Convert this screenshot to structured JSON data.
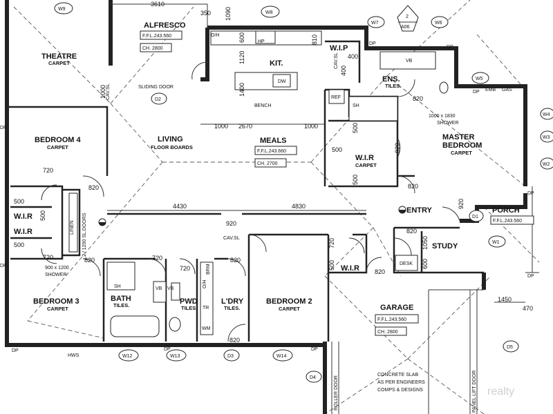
{
  "dimensions": {
    "alfresco_width": "3610",
    "d350": "350",
    "d1090": "1090",
    "d1000_top": "1000",
    "d2670": "2670",
    "d1000_right": "1000",
    "d1000_left_vert": "1000",
    "d1120": "1120",
    "d1400": "1400",
    "d600_top": "600",
    "d810": "810",
    "d400_top": "400",
    "d400_mid": "400",
    "d4430": "4430",
    "d4830": "4830",
    "d720_a": "720",
    "d820_a": "820",
    "d500_a": "500",
    "d500_b": "500",
    "d500_c": "500",
    "d720_b": "720",
    "d720_c": "720",
    "d720_d": "720",
    "d820_b": "820",
    "d820_c": "820",
    "d920_a": "920",
    "d720_e": "720",
    "d820_d": "820",
    "d820_e": "820",
    "d820_f": "820",
    "d820_g": "820",
    "d820_h": "820",
    "d820_i": "820",
    "d920_b": "920",
    "d1050": "1050",
    "d600_study": "600",
    "d500_wir2": "500",
    "d500_wir_m1": "500",
    "d500_wir_m2": "500",
    "d500_wir_m3": "500",
    "d820_wirm": "820",
    "d1450": "1450",
    "d470": "470"
  },
  "rooms": {
    "theatre": {
      "name": "THEATRE",
      "finish": "CARPET"
    },
    "alfresco": {
      "name": "ALFRESCO",
      "ffl": "F.F.L.243.560",
      "ch": "CH. 2800"
    },
    "kitchen": {
      "name": "KIT."
    },
    "living": {
      "name": "LIVING",
      "finish": "FLOOR BOARDS"
    },
    "meals": {
      "name": "MEALS",
      "ffl": "F.F.L.243.660",
      "ch": "CH. 2700"
    },
    "bedroom4": {
      "name": "BEDROOM 4",
      "finish": "CARPET"
    },
    "wir_kit": {
      "name": "W.I.P"
    },
    "ens": {
      "name": "ENS.",
      "finish": "TILES."
    },
    "master": {
      "name": "MASTER",
      "name2": "BEDROOM",
      "finish": "CARPET"
    },
    "wir_master": {
      "name": "W.I.R",
      "finish": "CARPET"
    },
    "wir1": {
      "name": "W.I.R"
    },
    "wir2": {
      "name": "W.I.R"
    },
    "linen": {
      "name": "LINEN"
    },
    "bedroom3": {
      "name": "BEDROOM 3",
      "finish": "CARPET"
    },
    "bath": {
      "name": "BATH",
      "finish": "TILES."
    },
    "pwd": {
      "name": "PWD",
      "finish": "TILES."
    },
    "ldry": {
      "name": "L'DRY",
      "finish": "TILES."
    },
    "bedroom2": {
      "name": "BEDROOM 2",
      "finish": "CARPET"
    },
    "wir3": {
      "name": "W.I.R"
    },
    "entry": {
      "name": "ENTRY"
    },
    "porch": {
      "name": "PORCH",
      "ffl": "F.F.L.243.560"
    },
    "study": {
      "name": "STUDY"
    },
    "garage": {
      "name": "GARAGE",
      "ffl": "F.F.L.243.560",
      "ch": "CH. 2800"
    }
  },
  "labels": {
    "sliding_door": "SLIDING DOOR",
    "bench": "BENCH",
    "dw": "DW",
    "hp": "HP",
    "oh": "O/H",
    "cav_sl_kit": "CAV.SL",
    "cav_sl_left": "CAV.SL",
    "cav_sl_mid": "CAV.SL",
    "ref": "REF",
    "sh_ens": "SH",
    "shower_master": "1000 x 1830",
    "shower_master2": "SHOWER",
    "vb_ens": "VB",
    "emb": "EMB",
    "gas": "GAS",
    "sl_doors": "2 / 1200 SL.DOORS",
    "shower_bath": "900 x 1200",
    "shower_bath2": "SHOWER",
    "sh_bath": "SH",
    "vb_bath": "VB",
    "vb_pwd": "VB",
    "oh_ldry": "O/H",
    "brm": "BRM",
    "tr": "TR",
    "wm": "WM",
    "desk": "DESK",
    "roller_door": "ROLLER DOOR",
    "panel_lift_door": "PANEL LIFT DOOR",
    "concrete1": "CONCRETE SLAB",
    "concrete2": "AS PER ENGINEERS",
    "concrete3": "COMPS & DESIGNS",
    "hws": "HWS",
    "dp_1": "DP",
    "dp_2": "DP",
    "dp_3": "DP",
    "dp_4": "DP",
    "dp_5": "DP",
    "dp_6": "DP",
    "dp_7": "DP",
    "dp_8": "DP",
    "dp_9": "DP",
    "dp_10": "DP",
    "watermark": "realty"
  },
  "tags": {
    "w9": "W9",
    "w8": "W8",
    "w7": "W7",
    "w6": "W6",
    "w5": "W5",
    "w4": "W4",
    "w3": "W3",
    "w2": "W2",
    "w1": "W1",
    "w12": "W12",
    "w13": "W13",
    "w14": "W14",
    "d1": "D1",
    "d2": "D2",
    "d3": "D3",
    "d4": "D4",
    "d5": "D5",
    "section_num": "2",
    "section_ref": "A06"
  }
}
